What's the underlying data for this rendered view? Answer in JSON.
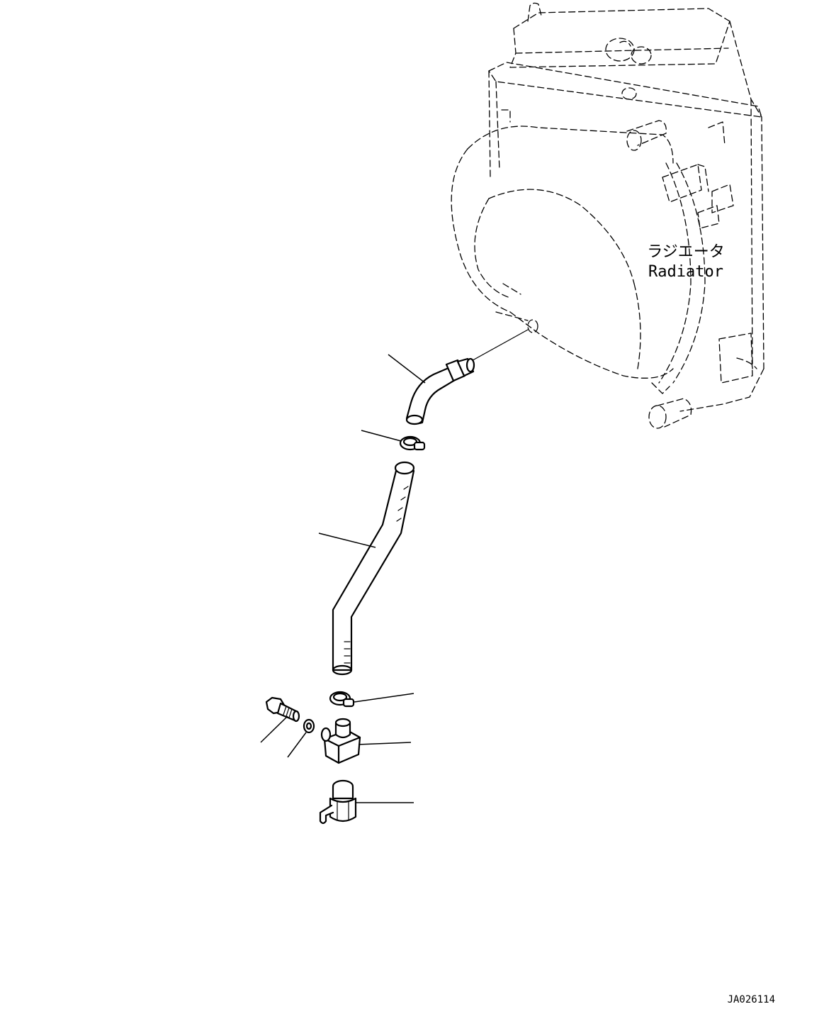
{
  "labels": {
    "radiator_jp": "ラジエータ",
    "radiator_en": "Radiator",
    "drawing_code": "JA026114"
  },
  "parts": [
    {
      "name": "elbow-hose-fitting"
    },
    {
      "name": "hose-clamp-upper"
    },
    {
      "name": "drain-hose"
    },
    {
      "name": "hose-clamp-lower"
    },
    {
      "name": "bolt"
    },
    {
      "name": "washer"
    },
    {
      "name": "drain-block"
    },
    {
      "name": "drain-valve"
    }
  ]
}
